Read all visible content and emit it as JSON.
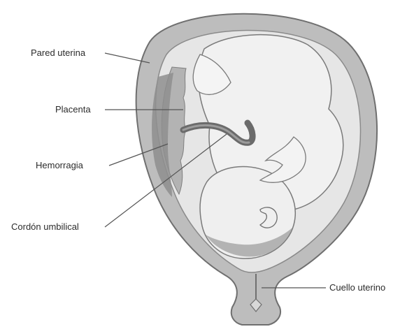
{
  "labels": {
    "uterine_wall": "Pared uterina",
    "placenta": "Placenta",
    "hemorrhage": "Hemorragia",
    "umbilical_cord": "Cordón umbilical",
    "cervix": "Cuello uterino"
  },
  "colors": {
    "uterus_wall": "#bdbdbd",
    "wall_outline": "#6f6f6f",
    "cavity": "#e6e6e6",
    "placenta": "#b3b3b3",
    "hemorrhage": "#8e8e8e",
    "fetus": "#f1f1f1",
    "fetus_outline": "#7a7a7a",
    "cord": "#6b6b6b",
    "leader_line": "#555555",
    "text": "#2b2b2b"
  }
}
